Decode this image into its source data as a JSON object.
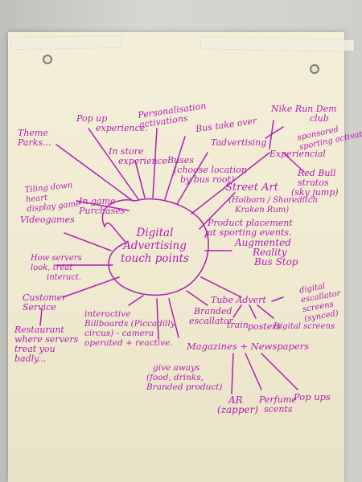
{
  "photo": {
    "subject": "handwritten mind map on easel paper"
  },
  "mindmap": {
    "center": [
      "Digital",
      "Advertising",
      "touch points"
    ],
    "nodes": {
      "theme_parks": [
        "Theme",
        "Parks..."
      ],
      "pop_up": [
        "Pop up",
        "experience."
      ],
      "personalisation": [
        "Personalisation",
        "activations"
      ],
      "instore": [
        "In store",
        "experience"
      ],
      "bus_take_over": "Bus take over",
      "tadvertising": "Tadvertising",
      "nike_run": [
        "Nike Run Dem",
        "club"
      ],
      "sponsored": [
        "sponsored",
        "sporting activations"
      ],
      "experiencial": "Experiencial",
      "buses": [
        "Buses",
        "(choose location",
        "by bus root)"
      ],
      "street_art": "Street Art",
      "holborn": [
        "(Holborn / Shoreditch",
        "Kraken Rum)"
      ],
      "red_bull": [
        "Red Bull",
        "stratos",
        "(sky jump)"
      ],
      "tiling": [
        "Tiling down",
        "heart",
        "display game"
      ],
      "in_game": [
        "In game",
        "Purchases"
      ],
      "videogames": "Videogames",
      "product_placement": [
        "Product placement",
        "at sporting events."
      ],
      "servers": [
        "How servers",
        "look, treat",
        "interact."
      ],
      "augmented": [
        "Augmented",
        "Reality",
        "Bus Stop"
      ],
      "customer_service": [
        "Customer",
        "Service"
      ],
      "restaurant": [
        "Restaurant",
        "where servers",
        "treat you",
        "badly..."
      ],
      "interactive": [
        "interactive",
        "Billboards (Piccadilly",
        "circus) - camera",
        "operated + reactive."
      ],
      "branded_escalator": [
        "Branded",
        "escallator"
      ],
      "tube_advert": "Tube Advert",
      "train": "train",
      "posters": "posters",
      "digital_screens": "Digital screens",
      "digital_escalator": [
        "digital",
        "escallator",
        "screens",
        "(synced)"
      ],
      "give_aways": [
        "give aways",
        "(food, drinks,",
        "Branded product)"
      ],
      "magazines": "Magazines + Newspapers",
      "ar_zapper": [
        "AR",
        "(zapper)"
      ],
      "perfume": [
        "Perfume",
        "scents"
      ],
      "pop_ups": "Pop ups"
    }
  }
}
